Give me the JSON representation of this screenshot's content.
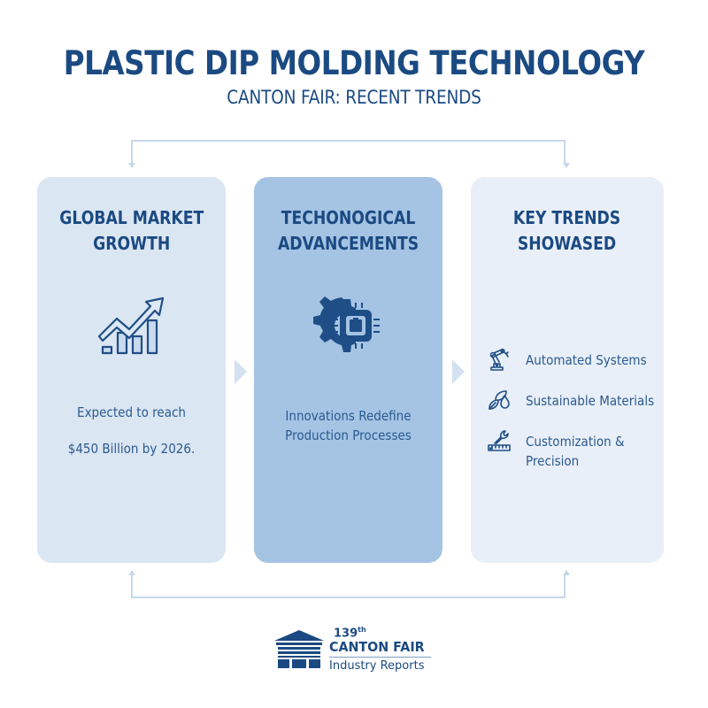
{
  "header": {
    "title": "PLASTIC DIP MOLDING TECHNOLOGY",
    "subtitle": "CANTON FAIR: RECENT TRENDS"
  },
  "cards": [
    {
      "title_line1": "GLOBAL MARKET",
      "title_line2": "GROWTH",
      "icon": "growth-chart-icon",
      "text_line1": "Expected to reach",
      "text_line2": "$450 Billion by 2026.",
      "bg_color": "#dbe6f3"
    },
    {
      "title_line1": "TECHONOGICAL",
      "title_line2": "ADVANCEMENTS",
      "icon": "gear-chip-icon",
      "text_line1": "Innovations Redefine",
      "text_line2": "Production Processes",
      "bg_color": "#a5c4e4"
    },
    {
      "title_line1": "KEY TRENDS",
      "title_line2": "SHOWASED",
      "bg_color": "#e9eff8",
      "items": [
        {
          "icon": "robot-arm-icon",
          "label_line1": "Automated Systems",
          "label_line2": ""
        },
        {
          "icon": "leaf-drop-icon",
          "label_line1": "Sustainable Materials",
          "label_line2": ""
        },
        {
          "icon": "wrench-ruler-icon",
          "label_line1": "Customization &",
          "label_line2": "Precision"
        }
      ]
    }
  ],
  "footer": {
    "edition_number": "139",
    "edition_suffix": "th",
    "brand": "CANTON FAIR",
    "tagline": "Industry Reports"
  },
  "colors": {
    "primary": "#1b4a82",
    "connector": "#c8d8ea",
    "card1": "#dbe6f3",
    "card2": "#a5c4e4",
    "card3": "#e9eff8"
  }
}
